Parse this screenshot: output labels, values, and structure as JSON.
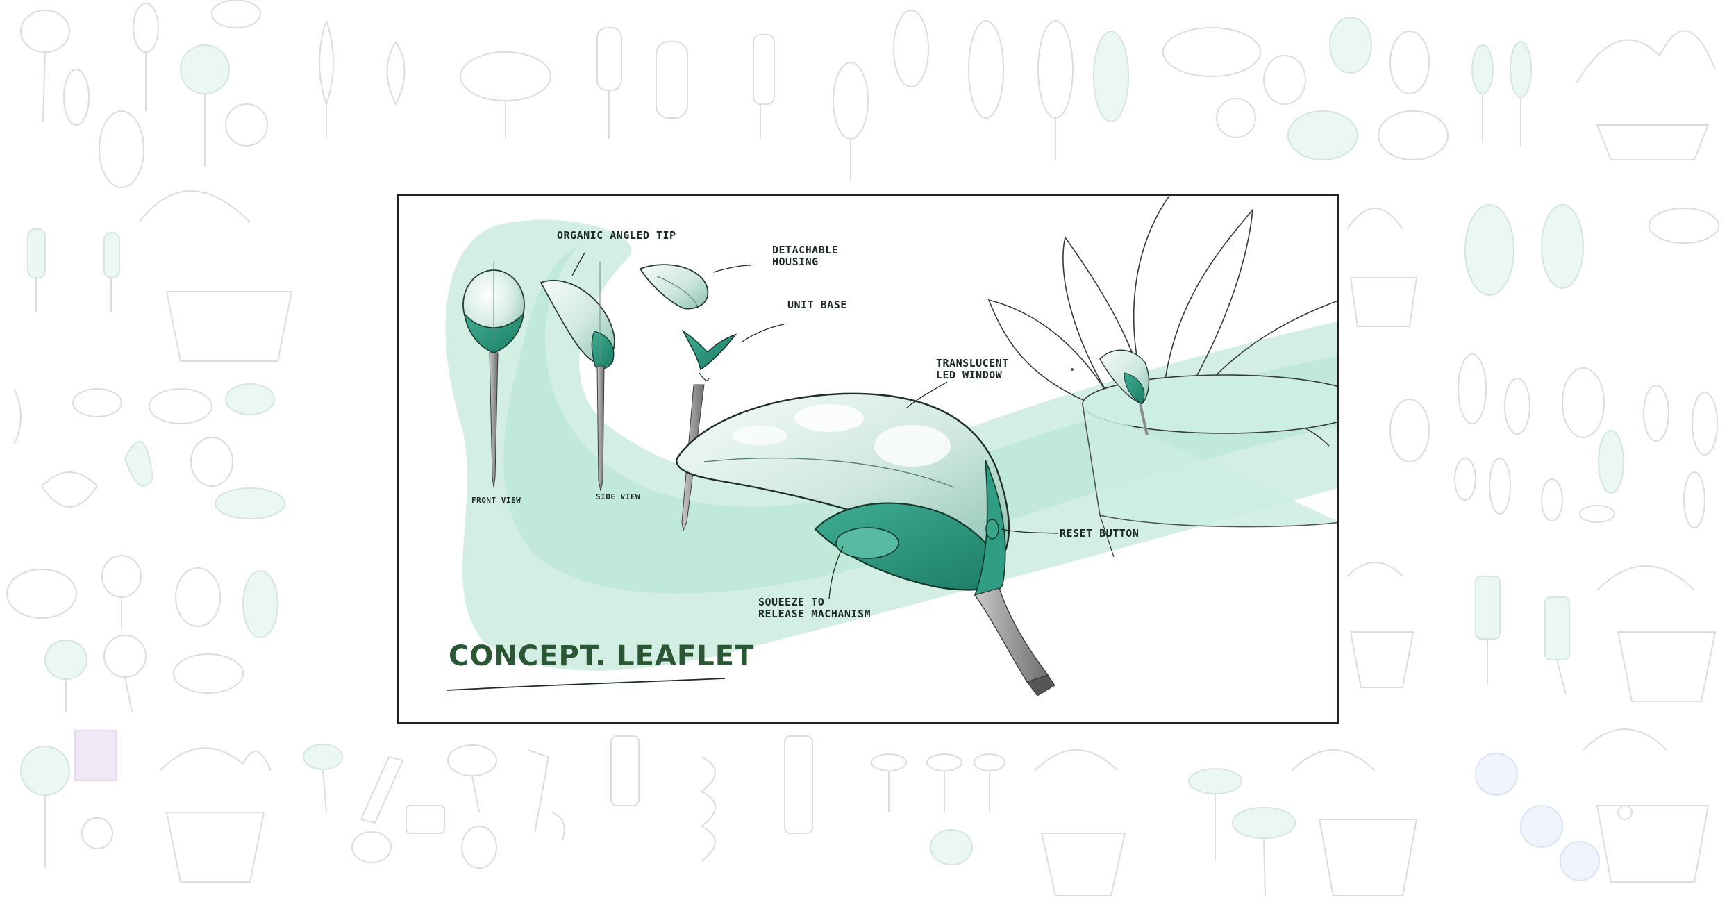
{
  "board": {
    "title": "CONCEPT. LEAFLET",
    "callouts": {
      "organic_tip": "ORGANIC ANGLED TIP",
      "detachable_housing_line1": "DETACHABLE",
      "detachable_housing_line2": "HOUSING",
      "unit_base": "UNIT BASE",
      "translucent_line1": "TRANSLUCENT",
      "translucent_line2": "LED WINDOW",
      "reset_button": "RESET BUTTON",
      "squeeze_line1": "SQUEEZE TO",
      "squeeze_line2": "RELEASE MACHANISM",
      "front_view": "FRONT VIEW",
      "side_view": "SIDE VIEW"
    }
  },
  "colors": {
    "accent_teal": "#2f9d84",
    "wash_mint": "#bfe8d8",
    "title_green": "#2a5634",
    "stake_grey": "#9a9a9a"
  }
}
